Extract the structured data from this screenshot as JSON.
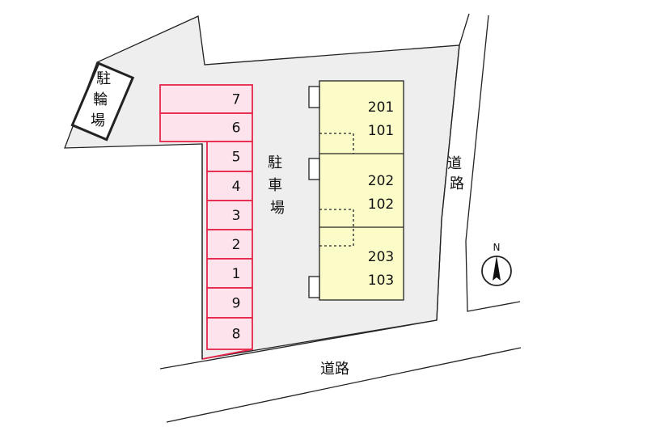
{
  "labels": {
    "bicycle_parking": "駐輪場",
    "car_parking": "駐車場",
    "road_east": "道路",
    "road_south": "道路",
    "north": "N"
  },
  "parking_spaces": [
    "7",
    "6",
    "5",
    "4",
    "3",
    "2",
    "1",
    "9",
    "8"
  ],
  "units": [
    {
      "upper": "201",
      "lower": "101"
    },
    {
      "upper": "202",
      "lower": "102"
    },
    {
      "upper": "203",
      "lower": "103"
    }
  ],
  "colors": {
    "lot": "#eeeeee",
    "parking_fill": "#fde4ec",
    "parking_stroke": "#e8254b",
    "building_fill": "#fcfcc8",
    "outline": "#222222"
  }
}
